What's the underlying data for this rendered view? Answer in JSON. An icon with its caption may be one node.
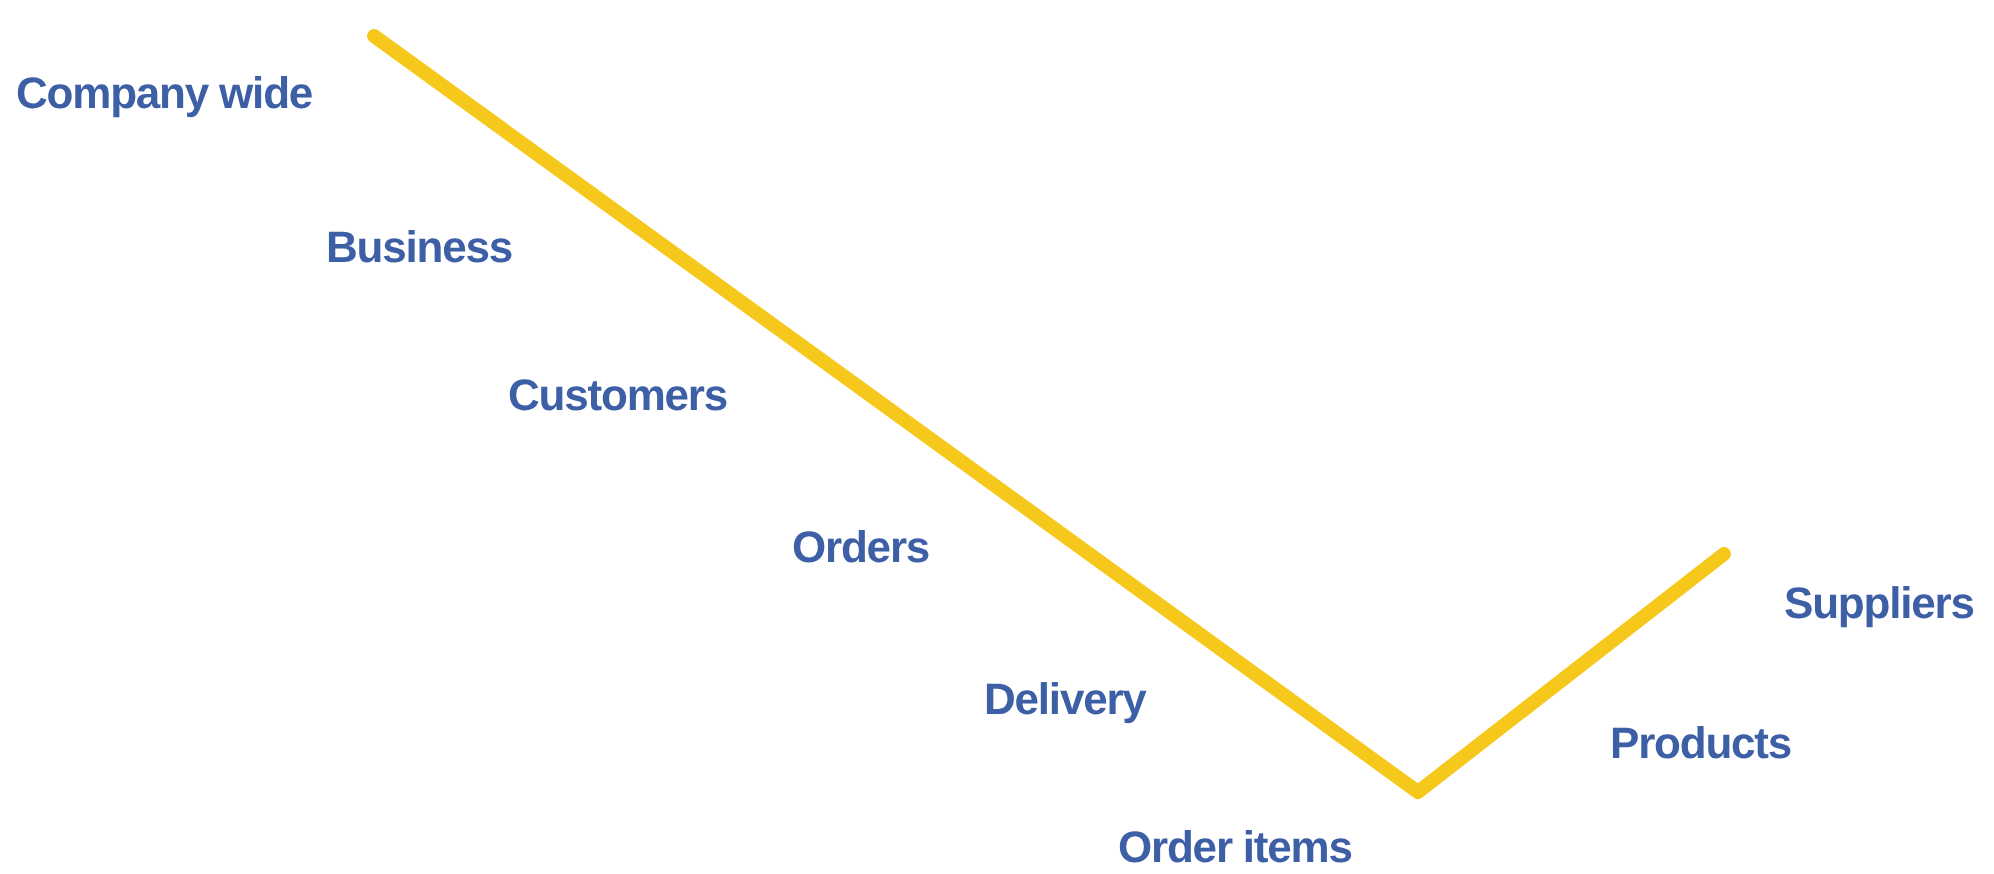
{
  "diagram": {
    "labels": [
      "Company wide",
      "Business",
      "Customers",
      "Orders",
      "Delivery",
      "Order items",
      "Products",
      "Suppliers"
    ]
  }
}
